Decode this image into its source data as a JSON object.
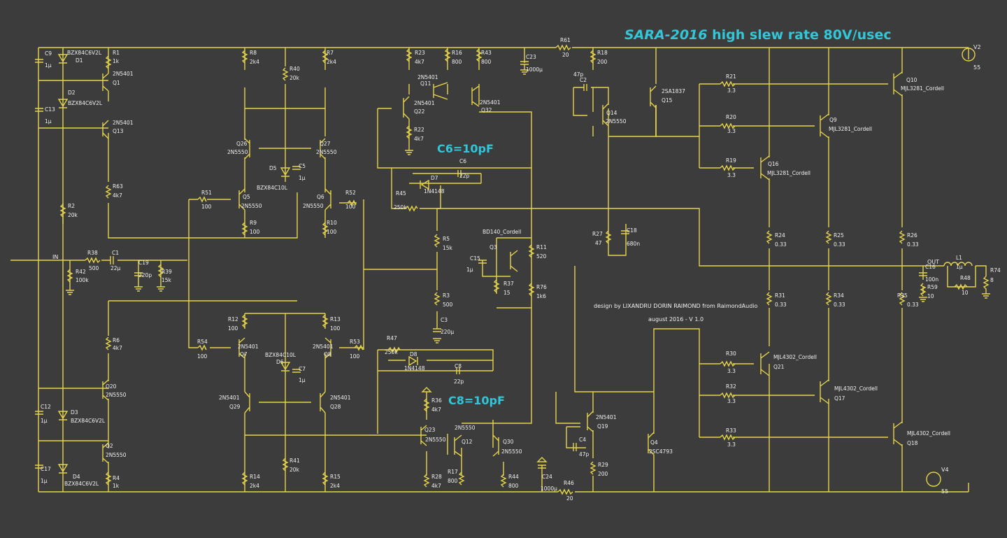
{
  "title_italic": "SARA-2016",
  "title_rest": " high slew rate 80V/usec",
  "callouts": {
    "c6": "C6=10pF",
    "c8": "C8=10pF"
  },
  "notes": {
    "design": "design by LIXANDRU DORIN RAIMOND from RaimondAudio",
    "version": "august 2016 - V 1.0"
  },
  "ports": {
    "in": "IN",
    "out": "OUT"
  },
  "sources": {
    "v2": "V2",
    "v2_val": "55",
    "v4": "V4",
    "v4_val": "55"
  },
  "colors": {
    "wire": "#e6d44a",
    "background": "#3c3c3c",
    "accent": "#31c6d8",
    "text": "#f0f0f0"
  },
  "labels": {
    "C9": "C9",
    "C9v": "1µ",
    "D1n": "BZX84C6V2L",
    "D1": "D1",
    "R1": "R1",
    "R1v": "1k",
    "Q1t": "2N5401",
    "Q1": "Q1",
    "D2": "D2",
    "D2n": "BZX84C6V2L",
    "C13": "C13",
    "C13v": "1µ",
    "Q13t": "2N5401",
    "Q13": "Q13",
    "R63": "R63",
    "R63v": "4k7",
    "R2": "R2",
    "R2v": "20k",
    "R42": "R42",
    "R42v": "100k",
    "R38": "R38",
    "R38v": "500",
    "C1": "C1",
    "C1v": "22µ",
    "C19": "C19",
    "C19v": "220p",
    "R39": "R39",
    "R39v": "15k",
    "R6": "R6",
    "R6v": "4k7",
    "Q20": "Q20",
    "Q20t": "2N5550",
    "C12": "C12",
    "C12v": "1µ",
    "D3": "D3",
    "D3n": "BZX84C6V2L",
    "Q2": "Q2",
    "Q2t": "2N5550",
    "C17": "C17",
    "C17v": "1µ",
    "D4": "D4",
    "D4n": "BZX84C6V2L",
    "R4": "R4",
    "R4v": "1k",
    "R8": "R8",
    "R8v": "2k4",
    "R40": "R40",
    "R40v": "20k",
    "R7": "R7",
    "R7v": "2k4",
    "Q26": "Q26",
    "Q26t": "2N5550",
    "Q27": "Q27",
    "Q27t": "2N5550",
    "D5": "D5",
    "C5": "C5",
    "C5v": "1µ",
    "D5n": "BZX84C10L",
    "R51": "R51",
    "R51v": "100",
    "Q5": "Q5",
    "Q5t": "2N5550",
    "Q6": "Q6",
    "Q6t": "2N5550",
    "R52": "R52",
    "R52v": "100",
    "R9": "R9",
    "R9v": "100",
    "R10": "R10",
    "R10v": "100",
    "R12": "R12",
    "R12v": "100",
    "R13": "R13",
    "R13v": "100",
    "R54": "R54",
    "R54v": "100",
    "Q7t": "2N5401",
    "Q7": "Q7",
    "Q8t": "2N5401",
    "Q8": "Q8",
    "R53": "R53",
    "R53v": "100",
    "D6n": "BZX84C10L",
    "D6": "D6",
    "C7": "C7",
    "C7v": "1µ",
    "Q29t": "2N5401",
    "Q29": "Q29",
    "Q28t": "2N5401",
    "Q28": "Q28",
    "R14": "R14",
    "R14v": "2k4",
    "R41": "R41",
    "R41v": "20k",
    "R15": "R15",
    "R15v": "2k4",
    "R23": "R23",
    "R23v": "4k7",
    "R16": "R16",
    "R16v": "800",
    "R43": "R43",
    "R43v": "800",
    "Q11t": "2N5401",
    "Q11": "Q11",
    "Q22t": "2N5401",
    "Q22": "Q22",
    "Q32t": "2N5401",
    "Q32": "Q32",
    "R22": "R22",
    "R22v": "4k7",
    "C23": "C23",
    "C23v": "1000µ",
    "R61": "R61",
    "R61v": "20",
    "R18": "R18",
    "R18v": "200",
    "C2v": "47p",
    "C2": "C2",
    "Q14": "Q14",
    "Q14t": "2N5550",
    "Q15t": "2SA1837",
    "Q15": "Q15",
    "C6": "C6",
    "C6v": "22p",
    "D7": "D7",
    "D7n": "1N4148",
    "R45": "R45",
    "R45v": "250k",
    "R5": "R5",
    "R5v": "15k",
    "R3": "R3",
    "R3v": "500",
    "C3": "C3",
    "C3v": "220µ",
    "BD": "BD140_Cordell",
    "Q3": "Q3",
    "C15": "C15",
    "C15v": "1µ",
    "R11": "R11",
    "R11v": "520",
    "R37": "R37",
    "R37v": "15",
    "R76": "R76",
    "R76v": "1k6",
    "R27": "R27",
    "R27v": "47",
    "C18": "C18",
    "C18v": "680n",
    "R47": "R47",
    "R47v": "250k",
    "D8": "D8",
    "D8n": "1N4148",
    "C8": "C8",
    "C8v": "22p",
    "R36": "R36",
    "R36v": "4k7",
    "Q23": "Q23",
    "Q23t": "2N5550",
    "Q12": "Q12",
    "Q12t": "2N5550",
    "Q30": "Q30",
    "Q30t": "2N5550",
    "R28": "R28",
    "R28v": "4k7",
    "R17": "R17",
    "R17v": "800",
    "R44": "R44",
    "R44v": "800",
    "C24": "C24",
    "C24v": "1000µ",
    "R46": "R46",
    "R46v": "20",
    "Q19t": "2N5401",
    "Q19": "Q19",
    "C4": "C4",
    "C4v": "47p",
    "R29": "R29",
    "R29v": "200",
    "Q4": "Q4",
    "Q4t": "2SC4793",
    "R21": "R21",
    "R21v": "3.3",
    "R20": "R20",
    "R20v": "3.3",
    "R19": "R19",
    "R19v": "3.3",
    "Q9": "Q9",
    "Q9t": "MJL3281_Cordell",
    "Q10": "Q10",
    "Q10t": "MJL3281_Cordell",
    "Q16": "Q16",
    "Q16t": "MJL3281_Cordell",
    "R24": "R24",
    "R24v": "0.33",
    "R25": "R25",
    "R25v": "0.33",
    "R26": "R26",
    "R26v": "0.33",
    "R31": "R31",
    "R31v": "0.33",
    "R34": "R34",
    "R34v": "0.33",
    "R35": "R35",
    "R35v": "0.33",
    "C16": "C16",
    "C16v": "100n",
    "R59": "R59",
    "R59v": "10",
    "L1": "L1",
    "L1v": "1µ",
    "R48": "R48",
    "R48v": "10",
    "R74": "R74",
    "R74v": "8",
    "R30": "R30",
    "R30v": "3.3",
    "R32": "R32",
    "R32v": "3.3",
    "R33": "R33",
    "R33v": "3.3",
    "Q21t": "MJL4302_Cordell",
    "Q21": "Q21",
    "Q17t": "MJL4302_Cordell",
    "Q17": "Q17",
    "Q18t": "MJL4302_Cordell",
    "Q18": "Q18"
  }
}
